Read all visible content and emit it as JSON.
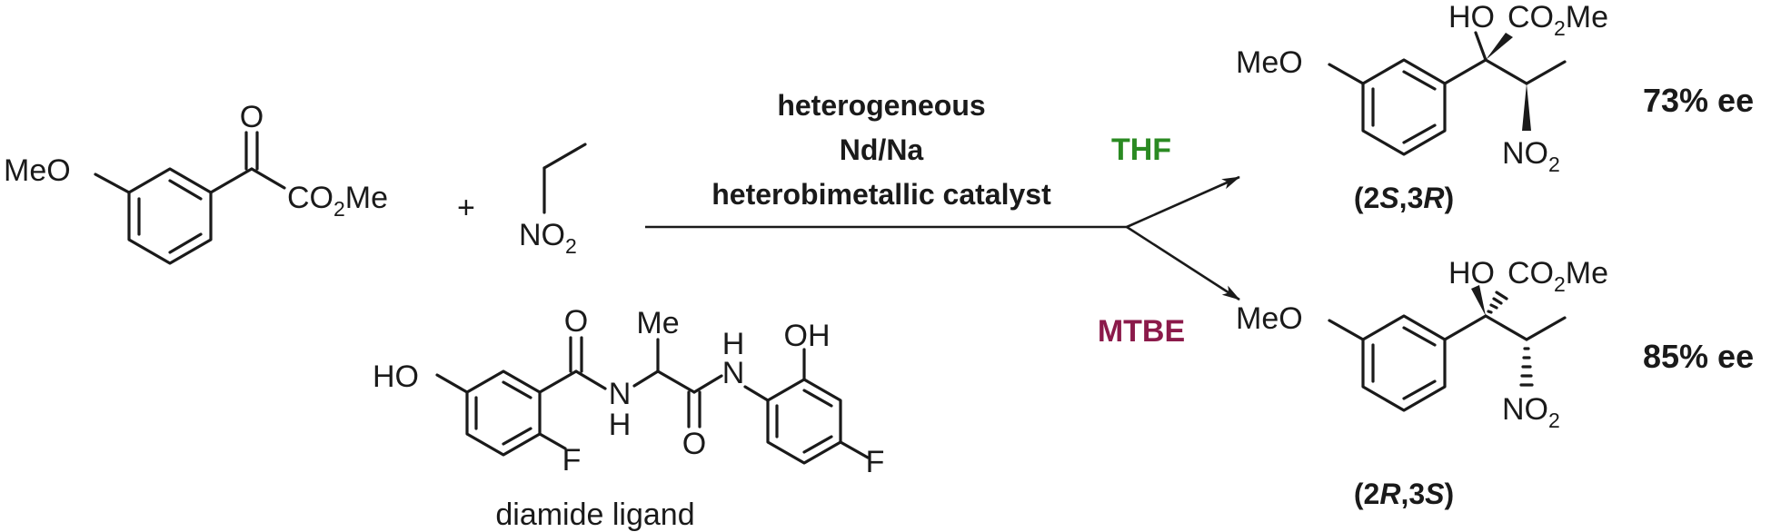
{
  "reactants": {
    "ketoester": {
      "ome": "MeO",
      "o": "O",
      "co2me_pre": "CO",
      "co2me_sub": "2",
      "co2me_post": "Me"
    },
    "plus": "+",
    "nitroethane": {
      "no2_pre": "NO",
      "no2_sub": "2"
    }
  },
  "ligand": {
    "ho": "HO",
    "o1": "O",
    "me": "Me",
    "nh1": "N",
    "h1": "H",
    "o2": "O",
    "nh2_n": "N",
    "nh2_h": "H",
    "oh": "OH",
    "f1": "F",
    "f2": "F",
    "caption": "diamide ligand"
  },
  "conditions": {
    "line1": "heterogeneous",
    "line2": "Nd/Na",
    "line3": "heterobimetallic catalyst"
  },
  "solvents": [
    {
      "label": "THF",
      "color": "#2a8a22"
    },
    {
      "label": "MTBE",
      "color": "#8b1a4a"
    }
  ],
  "products": [
    {
      "ho": "HO",
      "co2me_pre": "CO",
      "co2me_sub": "2",
      "co2me_post": "Me",
      "ome": "MeO",
      "no2_pre": "NO",
      "no2_sub": "2",
      "ee": "73% ee",
      "stereo": {
        "open": "(2",
        "c2": "S",
        "mid": ",3",
        "c3": "R",
        "close": ")"
      }
    },
    {
      "ho": "HO",
      "co2me_pre": "CO",
      "co2me_sub": "2",
      "co2me_post": "Me",
      "ome": "MeO",
      "no2_pre": "NO",
      "no2_sub": "2",
      "ee": "85% ee",
      "stereo": {
        "open": "(2",
        "c2": "R",
        "mid": ",3",
        "c3": "S",
        "close": ")"
      }
    }
  ]
}
